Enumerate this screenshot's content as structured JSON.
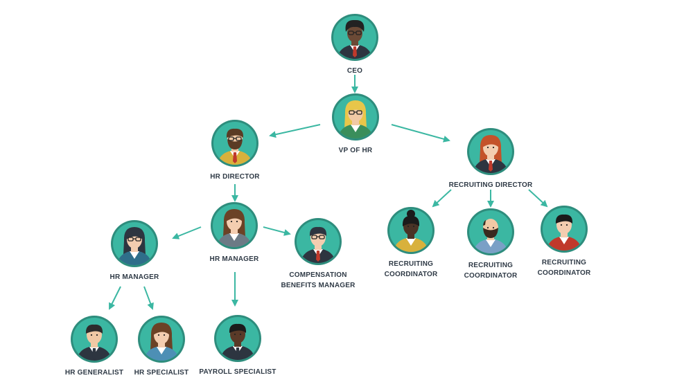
{
  "colors": {
    "teal": "#3bb7a2",
    "ring": "#2e8d7d",
    "label": "#2f3a46",
    "arrow": "#3bb7a2"
  },
  "nodes": {
    "ceo": {
      "line1": "CEO",
      "line2": "",
      "icon": "person-glasses-curly-hair-icon"
    },
    "vp_hr": {
      "line1": "VP OF HR",
      "line2": "",
      "icon": "person-blonde-glasses-icon"
    },
    "hr_director": {
      "line1": "HR DIRECTOR",
      "line2": "",
      "icon": "person-bearded-glasses-icon"
    },
    "recruiting_director": {
      "line1": "RECRUITING DIRECTOR",
      "line2": "",
      "icon": "person-red-hair-icon"
    },
    "hr_manager_main": {
      "line1": "HR MANAGER",
      "line2": "",
      "icon": "person-brown-hair-icon"
    },
    "hr_manager_left": {
      "line1": "HR MANAGER",
      "line2": "",
      "icon": "person-hijab-glasses-icon"
    },
    "comp_benefits": {
      "line1": "COMPENSATION",
      "line2": "BENEFITS MANAGER",
      "icon": "person-glasses-tie-icon"
    },
    "recruit_coord_1": {
      "line1": "RECRUITING",
      "line2": "COORDINATOR",
      "icon": "person-dark-hair-bun-icon"
    },
    "recruit_coord_2": {
      "line1": "RECRUITING",
      "line2": "COORDINATOR",
      "icon": "person-bald-beard-icon"
    },
    "recruit_coord_3": {
      "line1": "RECRUITING",
      "line2": "COORDINATOR",
      "icon": "person-black-hair-icon"
    },
    "hr_generalist": {
      "line1": "HR GENERALIST",
      "line2": "",
      "icon": "person-short-hair-icon"
    },
    "hr_specialist": {
      "line1": "HR SPECIALIST",
      "line2": "",
      "icon": "person-long-hair-icon"
    },
    "payroll_specialist": {
      "line1": "PAYROLL SPECIALIST",
      "line2": "",
      "icon": "person-dark-skin-icon"
    }
  }
}
